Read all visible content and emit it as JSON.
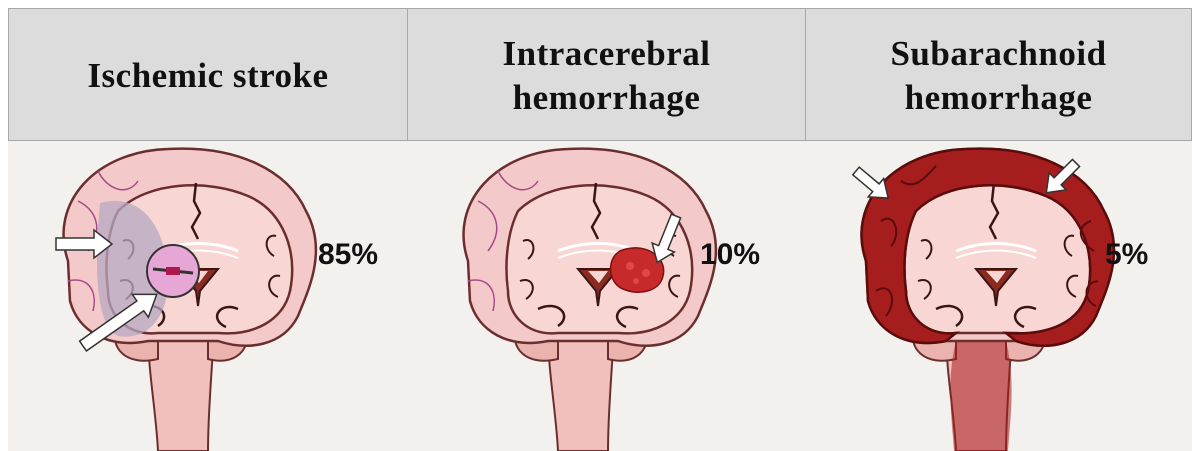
{
  "columns": [
    {
      "id": "ischemic",
      "title": "Ischemic stroke",
      "percent": "85%"
    },
    {
      "id": "intracerebral",
      "title": "Intracerebral\nhemorrhage",
      "percent": "10%"
    },
    {
      "id": "subarachnoid",
      "title": "Subarachnoid\nhemorrhage",
      "percent": "5%"
    }
  ],
  "colors": {
    "header_bg": "#dcdcdc",
    "panel_bg": "#f2f1ee",
    "brain_pink": "#f4c9c9",
    "brain_outline": "#6b2e2e",
    "ischemia": "#b7a7c2",
    "hemorrhage": "#a51d1d",
    "arrow_fill": "#ffffff"
  }
}
